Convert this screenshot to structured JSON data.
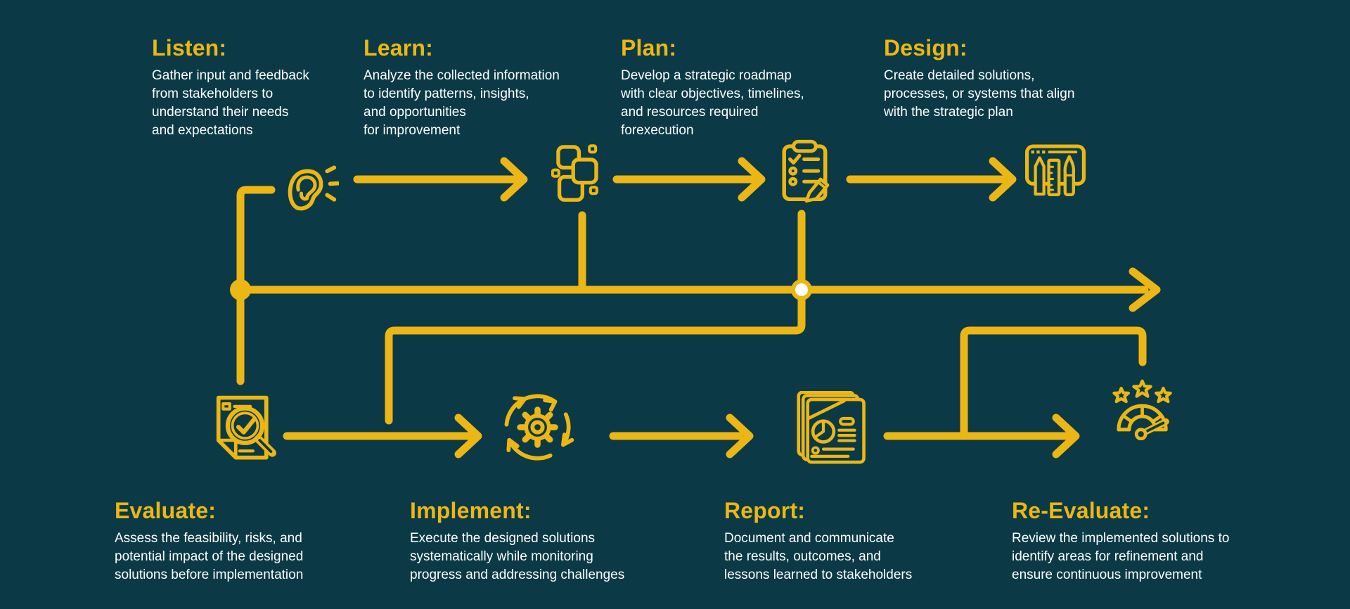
{
  "theme": {
    "background": "#0b3a46",
    "accent": "#ecb615",
    "text_color": "#ffffff"
  },
  "steps": [
    {
      "id": "listen",
      "title": "Listen:",
      "description": "Gather input and feedback\nfrom stakeholders to\nunderstand their needs\nand expectations",
      "icon": "ear-icon"
    },
    {
      "id": "learn",
      "title": "Learn:",
      "description": "Analyze the collected information\nto identify patterns, insights,\nand opportunities\nfor improvement",
      "icon": "network-squares-icon"
    },
    {
      "id": "plan",
      "title": "Plan:",
      "description": "Develop a strategic roadmap\nwith clear objectives, timelines,\nand resources required\nforexecution",
      "icon": "checklist-pencil-icon"
    },
    {
      "id": "design",
      "title": "Design:",
      "description": "Create detailed solutions,\nprocesses, or systems that align\nwith the strategic plan",
      "icon": "design-tools-icon"
    },
    {
      "id": "evaluate",
      "title": "Evaluate:",
      "description": "Assess the feasibility, risks, and\npotential impact of the designed\nsolutions before implementation",
      "icon": "document-magnifier-icon"
    },
    {
      "id": "implement",
      "title": "Implement:",
      "description": "Execute the designed solutions\nsystematically while monitoring\nprogress and addressing challenges",
      "icon": "gear-cycle-icon"
    },
    {
      "id": "report",
      "title": "Report:",
      "description": "Document and communicate\nthe results, outcomes, and\nlessons learned to stakeholders",
      "icon": "report-pages-icon"
    },
    {
      "id": "re-evaluate",
      "title": "Re-Evaluate:",
      "description": "Review the implemented solutions to\nidentify areas for refinement and\nensure continuous improvement",
      "icon": "gauge-stars-icon"
    }
  ]
}
